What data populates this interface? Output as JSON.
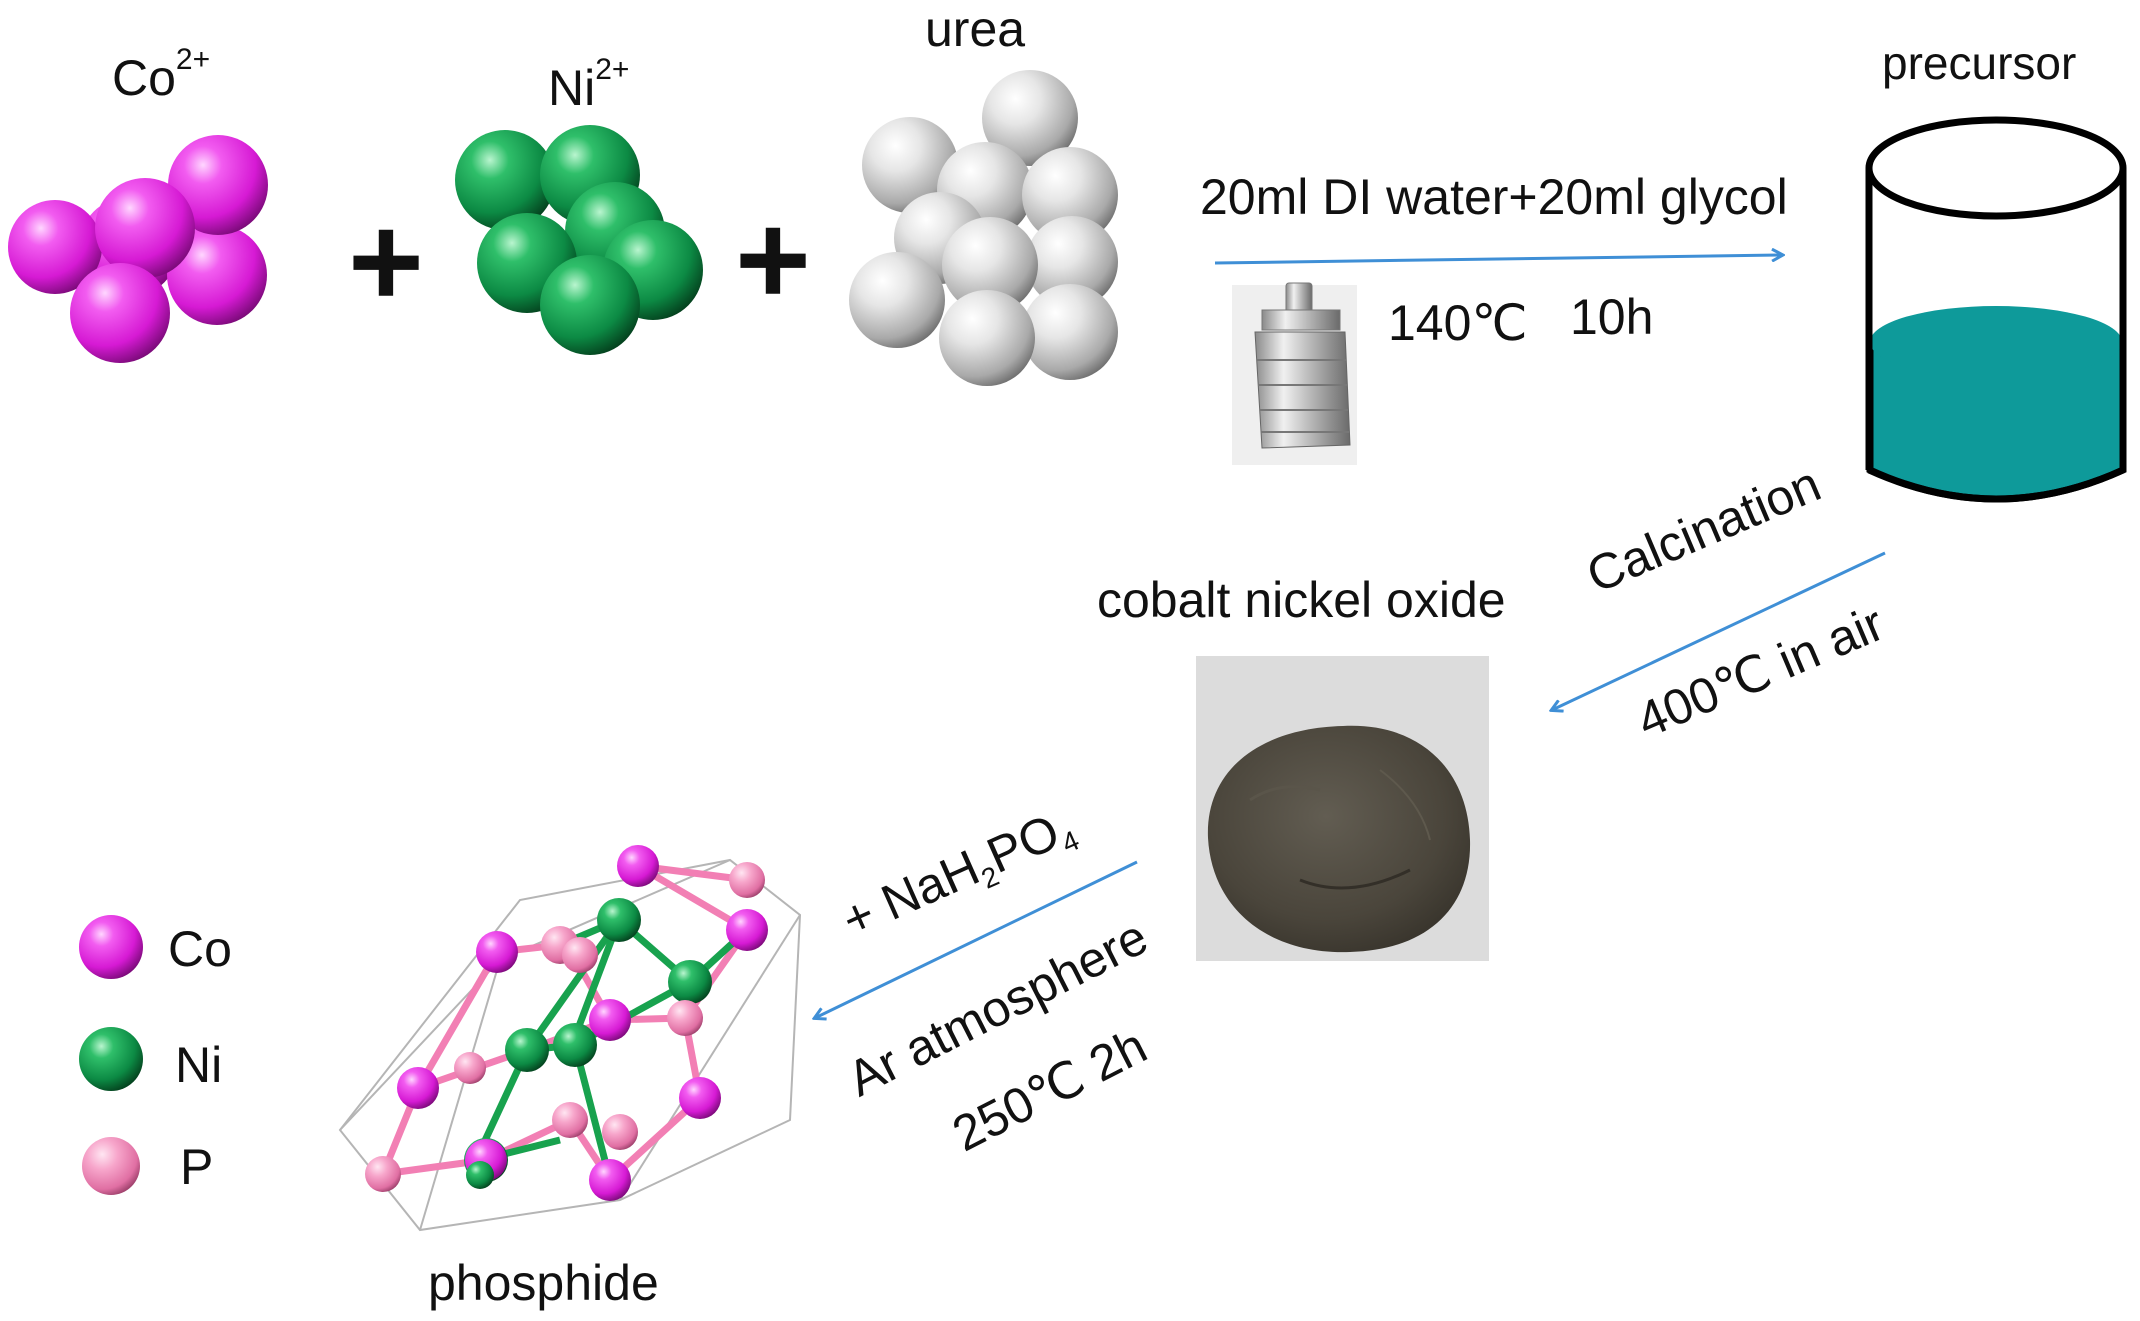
{
  "reactants": {
    "cobalt_label": "Co",
    "cobalt_charge": "2+",
    "nickel_label": "Ni",
    "nickel_charge": "2+",
    "urea_label": "urea",
    "plus_symbol": "+"
  },
  "step1": {
    "conditions": "20ml DI water+20ml glycol",
    "temperature": "140℃",
    "time": "10h",
    "product_label": "precursor"
  },
  "step2": {
    "process": "Calcination",
    "conditions": "400℃  in air",
    "product_label": "cobalt nickel oxide"
  },
  "step3": {
    "reagent_prefix": "+ NaH",
    "reagent_sub1": "2",
    "reagent_mid": "PO",
    "reagent_sub2": "4",
    "atmosphere": "Ar atmosphere",
    "conditions": "250℃ 2h",
    "product_label": "phosphide"
  },
  "legend": {
    "items": [
      {
        "label": "Co",
        "color": "#e21ee0"
      },
      {
        "label": "Ni",
        "color": "#0f9a4e"
      },
      {
        "label": "P",
        "color": "#f27fb4"
      }
    ]
  },
  "colors": {
    "cobalt": "#e21ee0",
    "nickel": "#0f9a4e",
    "phosphorus": "#f27fb4",
    "urea": "#c8c8c8",
    "solution": "#0e9a9a",
    "arrow": "#3f8fd6",
    "oxide": "#4b463c"
  }
}
